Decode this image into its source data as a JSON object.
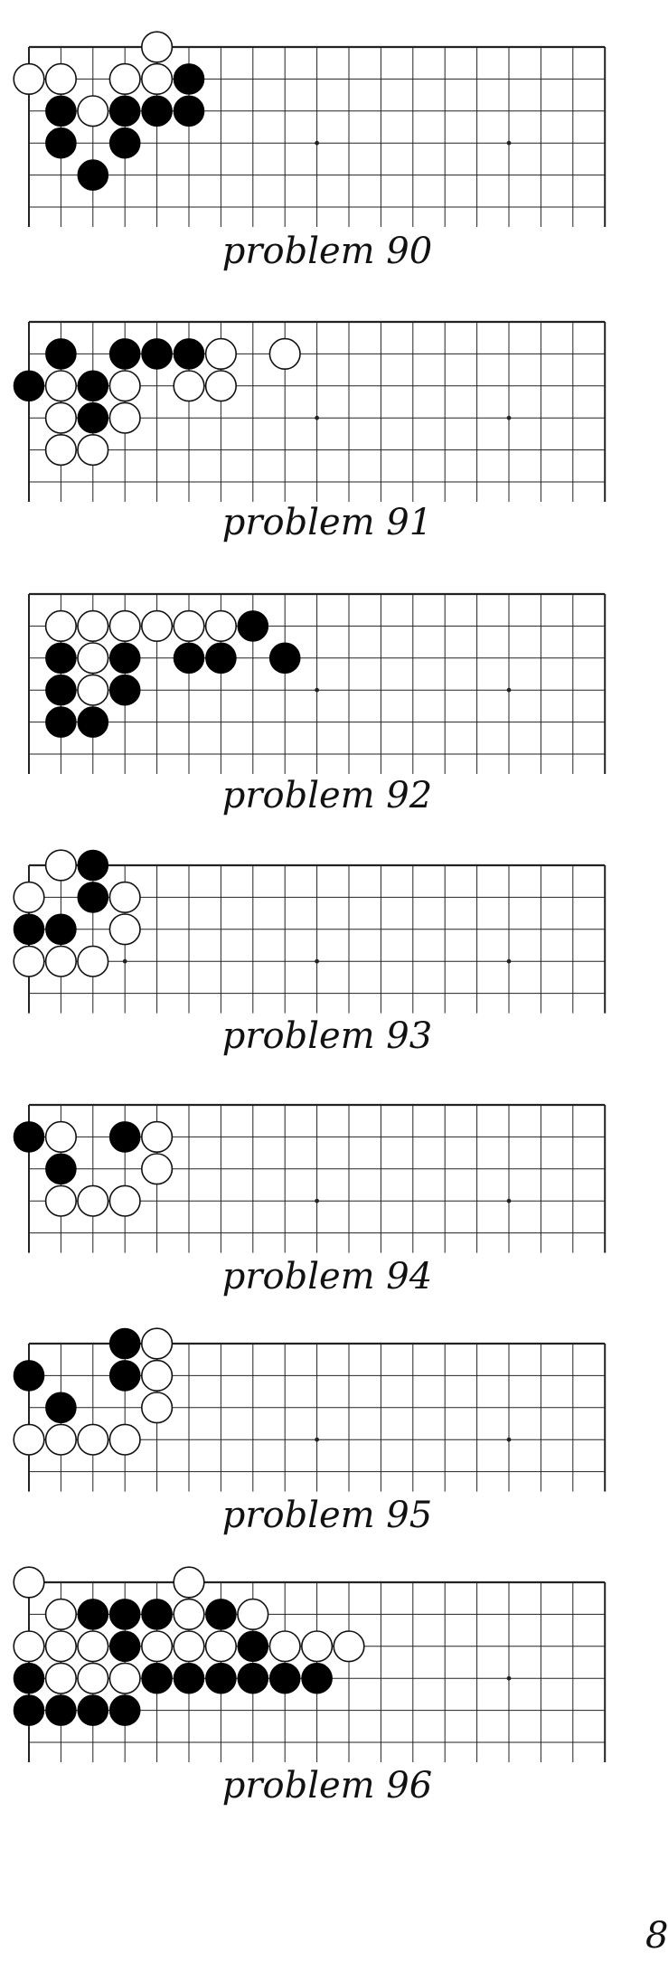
{
  "page_number": "8",
  "board": {
    "line_color": "#222222",
    "black_stone": "#000000",
    "white_stone": "#ffffff"
  },
  "problems": [
    {
      "caption": "problem 90",
      "black": [
        [
          5,
          1
        ],
        [
          1,
          2
        ],
        [
          3,
          2
        ],
        [
          4,
          2
        ],
        [
          5,
          2
        ],
        [
          1,
          3
        ],
        [
          3,
          3
        ],
        [
          2,
          4
        ]
      ],
      "white": [
        [
          4,
          0
        ],
        [
          0,
          1
        ],
        [
          1,
          1
        ],
        [
          3,
          1
        ],
        [
          4,
          1
        ],
        [
          2,
          2
        ]
      ]
    },
    {
      "caption": "problem 91",
      "black": [
        [
          1,
          1
        ],
        [
          3,
          1
        ],
        [
          4,
          1
        ],
        [
          5,
          1
        ],
        [
          0,
          2
        ],
        [
          2,
          2
        ],
        [
          2,
          3
        ]
      ],
      "white": [
        [
          6,
          1
        ],
        [
          8,
          1
        ],
        [
          1,
          2
        ],
        [
          3,
          2
        ],
        [
          5,
          2
        ],
        [
          6,
          2
        ],
        [
          1,
          3
        ],
        [
          3,
          3
        ],
        [
          1,
          4
        ],
        [
          2,
          4
        ]
      ]
    },
    {
      "caption": "problem 92",
      "black": [
        [
          7,
          1
        ],
        [
          1,
          2
        ],
        [
          3,
          2
        ],
        [
          5,
          2
        ],
        [
          6,
          2
        ],
        [
          8,
          2
        ],
        [
          1,
          3
        ],
        [
          3,
          3
        ],
        [
          1,
          4
        ],
        [
          2,
          4
        ]
      ],
      "white": [
        [
          1,
          1
        ],
        [
          2,
          1
        ],
        [
          3,
          1
        ],
        [
          4,
          1
        ],
        [
          5,
          1
        ],
        [
          6,
          1
        ],
        [
          2,
          2
        ],
        [
          2,
          3
        ]
      ]
    },
    {
      "caption": "problem 93",
      "black": [
        [
          2,
          0
        ],
        [
          2,
          1
        ],
        [
          0,
          2
        ],
        [
          1,
          2
        ]
      ],
      "white": [
        [
          1,
          0
        ],
        [
          0,
          1
        ],
        [
          3,
          1
        ],
        [
          3,
          2
        ],
        [
          0,
          3
        ],
        [
          1,
          3
        ],
        [
          2,
          3
        ]
      ]
    },
    {
      "caption": "problem 94",
      "black": [
        [
          0,
          1
        ],
        [
          3,
          1
        ],
        [
          1,
          2
        ]
      ],
      "white": [
        [
          1,
          1
        ],
        [
          4,
          1
        ],
        [
          4,
          2
        ],
        [
          1,
          3
        ],
        [
          2,
          3
        ],
        [
          3,
          3
        ]
      ]
    },
    {
      "caption": "problem 95",
      "black": [
        [
          3,
          0
        ],
        [
          0,
          1
        ],
        [
          3,
          1
        ],
        [
          1,
          2
        ]
      ],
      "white": [
        [
          4,
          0
        ],
        [
          4,
          1
        ],
        [
          4,
          2
        ],
        [
          0,
          3
        ],
        [
          1,
          3
        ],
        [
          2,
          3
        ],
        [
          3,
          3
        ]
      ]
    },
    {
      "caption": "problem 96",
      "black": [
        [
          2,
          1
        ],
        [
          3,
          1
        ],
        [
          4,
          1
        ],
        [
          6,
          1
        ],
        [
          3,
          2
        ],
        [
          7,
          2
        ],
        [
          0,
          3
        ],
        [
          4,
          3
        ],
        [
          5,
          3
        ],
        [
          6,
          3
        ],
        [
          7,
          3
        ],
        [
          8,
          3
        ],
        [
          9,
          3
        ],
        [
          0,
          4
        ],
        [
          1,
          4
        ],
        [
          2,
          4
        ],
        [
          3,
          4
        ]
      ],
      "white": [
        [
          0,
          0
        ],
        [
          5,
          0
        ],
        [
          1,
          1
        ],
        [
          5,
          1
        ],
        [
          7,
          1
        ],
        [
          0,
          2
        ],
        [
          1,
          2
        ],
        [
          2,
          2
        ],
        [
          4,
          2
        ],
        [
          5,
          2
        ],
        [
          6,
          2
        ],
        [
          8,
          2
        ],
        [
          9,
          2
        ],
        [
          10,
          2
        ],
        [
          1,
          3
        ],
        [
          2,
          3
        ],
        [
          3,
          3
        ]
      ]
    }
  ]
}
